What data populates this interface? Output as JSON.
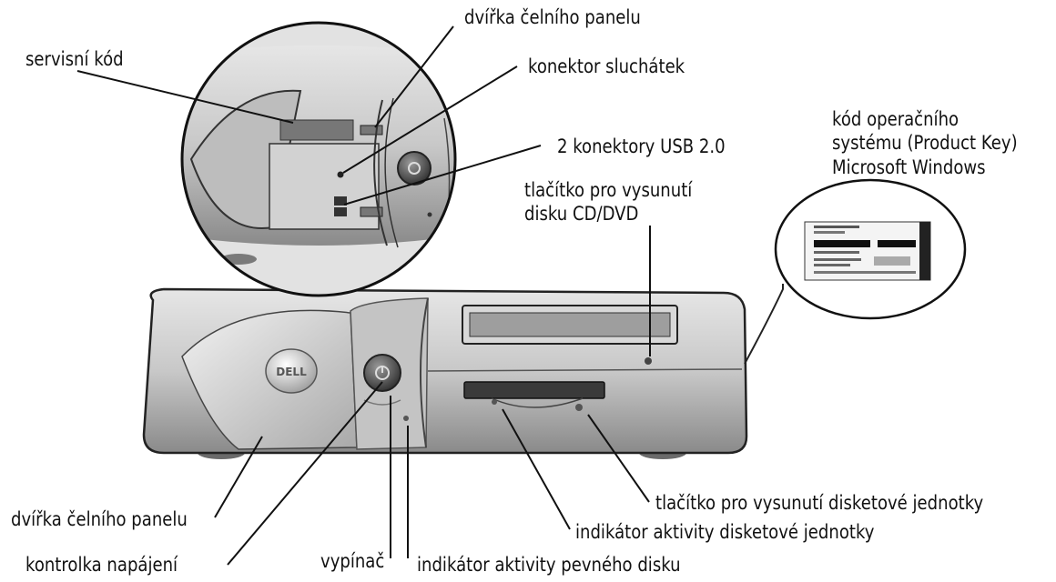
{
  "labels": {
    "service_tag": "servisní kód",
    "front_door_top": "dvířka čelního panelu",
    "headphone": "konektor sluchátek",
    "usb": "2 konektory USB 2.0",
    "cd_eject": [
      "tlačítko pro vysunutí",
      "disku CD/DVD"
    ],
    "product_key": [
      "kód operačního",
      "systému (Product Key)",
      "Microsoft Windows"
    ],
    "front_door_bottom": "dvířka čelního panelu",
    "power_light": "kontrolka napájení",
    "power_button": "vypínač",
    "hdd_activity": "indikátor aktivity pevného disku",
    "floppy_activity": "indikátor aktivity disketové jednotky",
    "floppy_eject": "tlačítko pro vysunutí disketové jednotky"
  },
  "logo": "DELL"
}
